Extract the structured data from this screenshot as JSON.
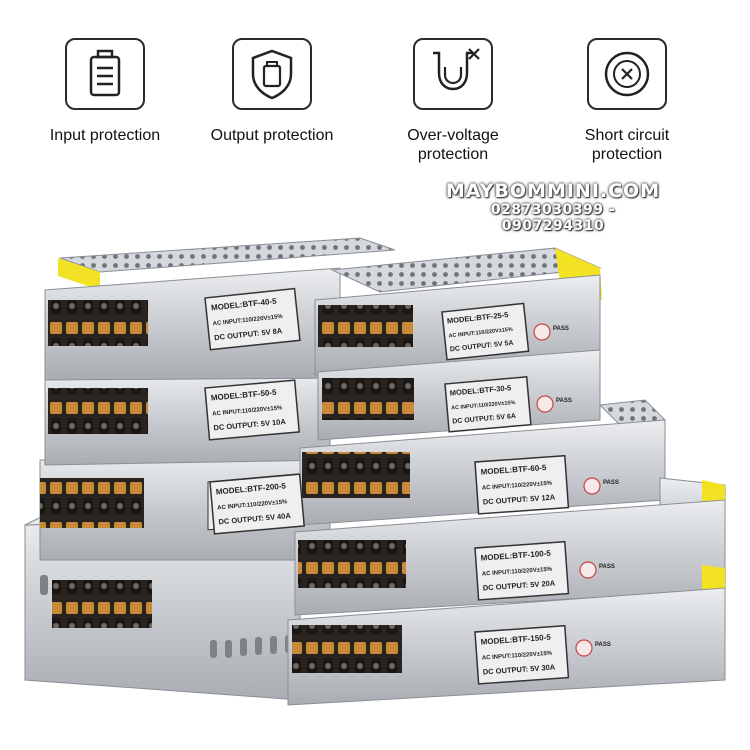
{
  "features": [
    {
      "icon": "battery-icon",
      "label": "Input protection"
    },
    {
      "icon": "battery-output-icon",
      "label": "Output protection"
    },
    {
      "icon": "magnet-overvoltage-icon",
      "label": "Over-voltage\nprotection"
    },
    {
      "icon": "short-circuit-icon",
      "label": "Short circuit\nprotection"
    }
  ],
  "watermark": {
    "site": "MAYBOMMINI.COM",
    "phone": "02873030399 - 0907294310"
  },
  "units": [
    {
      "model": "MODEL:BTF-40-5",
      "output": "DC OUTPUT: 5V 8A"
    },
    {
      "model": "MODEL:BTF-50-5",
      "output": "DC OUTPUT: 5V 10A"
    },
    {
      "model": "MODEL:BTF-200-5",
      "output": "DC OUTPUT: 5V 40A"
    },
    {
      "model": "MODEL:BTF-25-5",
      "output": "DC OUTPUT: 5V 5A"
    },
    {
      "model": "MODEL:BTF-30-5",
      "output": "DC OUTPUT: 5V 6A"
    },
    {
      "model": "MODEL:BTF-60-5",
      "output": "DC OUTPUT: 5V 12A"
    },
    {
      "model": "MODEL:BTF-100-5",
      "output": "DC OUTPUT: 5V 20A"
    },
    {
      "model": "MODEL:BTF-150-5",
      "output": "DC OUTPUT: 5V 30A"
    }
  ],
  "ac_input": "AC INPUT:110/220V±15%",
  "pass_label": "PASS",
  "colors": {
    "metal": "#cfd2d6",
    "metal_dark": "#9ea3a9",
    "terminal": "#2a2420",
    "terminal_orange": "#c98a3a",
    "sticker": "#f3e224"
  }
}
